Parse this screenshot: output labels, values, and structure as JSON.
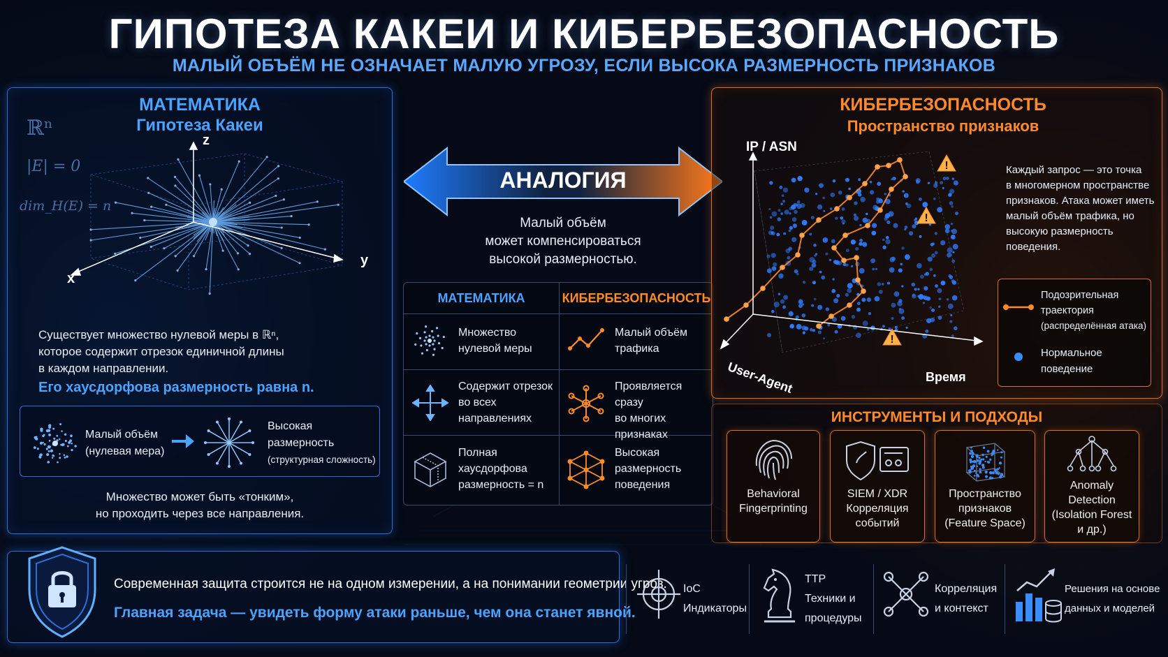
{
  "header": {
    "title": "ГИПОТЕЗА КАКЕИ И КИБЕРБЕЗОПАСНОСТЬ",
    "subtitle": "МАЛЫЙ ОБЪЁМ НЕ ОЗНАЧАЕТ МАЛУЮ УГРОЗУ, ЕСЛИ ВЫСОКА РАЗМЕРНОСТЬ ПРИЗНАКОВ"
  },
  "math_panel": {
    "heading": "МАТЕМАТИКА",
    "subheading": "Гипотеза Какеи",
    "axis_z": "z",
    "axis_x": "x",
    "axis_y": "y",
    "formula_1": "ℝⁿ",
    "formula_2": "|E| = 0",
    "formula_3": "dim_H(E) = n",
    "desc_line1": "Существует множество нулевой меры в ℝⁿ,",
    "desc_line2": "которое содержит отрезок единичной длины",
    "desc_line3": "в каждом направлении.",
    "highlight": "Его хаусдорфова размерность равна n.",
    "box_left_line1": "Малый объём",
    "box_left_line2": "(нулевая мера)",
    "box_right_line1": "Высокая",
    "box_right_line2": "размерность",
    "box_right_line3": "(структурная сложность)",
    "footer_line1": "Множество может быть «тонким»,",
    "footer_line2": "но проходить через все направления."
  },
  "center": {
    "arrow_label": "АНАЛОГИЯ",
    "text_line1": "Малый объём",
    "text_line2": "может компенсироваться",
    "text_line3": "высокой размерностью.",
    "table": {
      "col_left": "МАТЕМАТИКА",
      "col_right": "КИБЕРБЕЗОПАСНОСТЬ",
      "rows": [
        {
          "left1": "Множество",
          "left2": "нулевой меры",
          "left3": "",
          "right1": "Малый объём",
          "right2": "трафика",
          "right3": ""
        },
        {
          "left1": "Содержит отрезок",
          "left2": "во всех",
          "left3": "направлениях",
          "right1": "Проявляется сразу",
          "right2": "во многих",
          "right3": "признаках"
        },
        {
          "left1": "Полная",
          "left2": "хаусдорфова",
          "left3": "размерность = n",
          "right1": "Высокая",
          "right2": "размерность",
          "right3": "поведения"
        }
      ]
    }
  },
  "cyber_panel": {
    "heading": "КИБЕРБЕЗОПАСНОСТЬ",
    "subheading": "Пространство признаков",
    "axis_ip": "IP / ASN",
    "axis_ua": "User-Agent",
    "axis_time": "Время",
    "desc_line1": "Каждый запрос — это точка",
    "desc_line2": "в многомерном пространстве",
    "desc_line3": "признаков. Атака может иметь",
    "desc_line4": "малый объём трафика, но",
    "desc_line5": "высокую размерность",
    "desc_line6": "поведения.",
    "legend_susp_line1": "Подозрительная",
    "legend_susp_line2": "траектория",
    "legend_susp_line3": "(распределённая атака)",
    "legend_norm_line1": "Нормальное",
    "legend_norm_line2": "поведение"
  },
  "tools": {
    "heading": "ИНСТРУМЕНТЫ И ПОДХОДЫ",
    "items": [
      {
        "line1": "Behavioral",
        "line2": "Fingerprinting",
        "line3": "",
        "line4": "",
        "icon": "fingerprint-icon"
      },
      {
        "line1": "SIEM / XDR",
        "line2": "Корреляция",
        "line3": "событий",
        "line4": "",
        "icon": "shield-siem-icon"
      },
      {
        "line1": "Пространство",
        "line2": "признаков",
        "line3": "(Feature Space)",
        "line4": "",
        "icon": "cube-icon"
      },
      {
        "line1": "Anomaly",
        "line2": "Detection",
        "line3": "(Isolation Forest",
        "line4": "и др.)",
        "icon": "tree-icon"
      }
    ]
  },
  "bottom": {
    "line1": "Современная защита строится не на одном измерении, а на понимании геометрии угроз.",
    "line2": "Главная задача — увидеть форму атаки раньше, чем она станет явной.",
    "items": [
      {
        "line1": "IoC",
        "line2": "Индикаторы",
        "icon": "crosshair-icon"
      },
      {
        "line1": "TTP",
        "line2": "Техники и",
        "line3": "процедуры",
        "icon": "chess-knight-icon"
      },
      {
        "line1": "Корреляция",
        "line2": "и контекст",
        "icon": "network-icon"
      },
      {
        "line1": "Решения на основе",
        "line2": "данных и моделей",
        "icon": "data-chart-icon"
      }
    ]
  },
  "colors": {
    "blue": "#4aa3ff",
    "orange": "#ff8a2a",
    "background": "#050a16"
  }
}
